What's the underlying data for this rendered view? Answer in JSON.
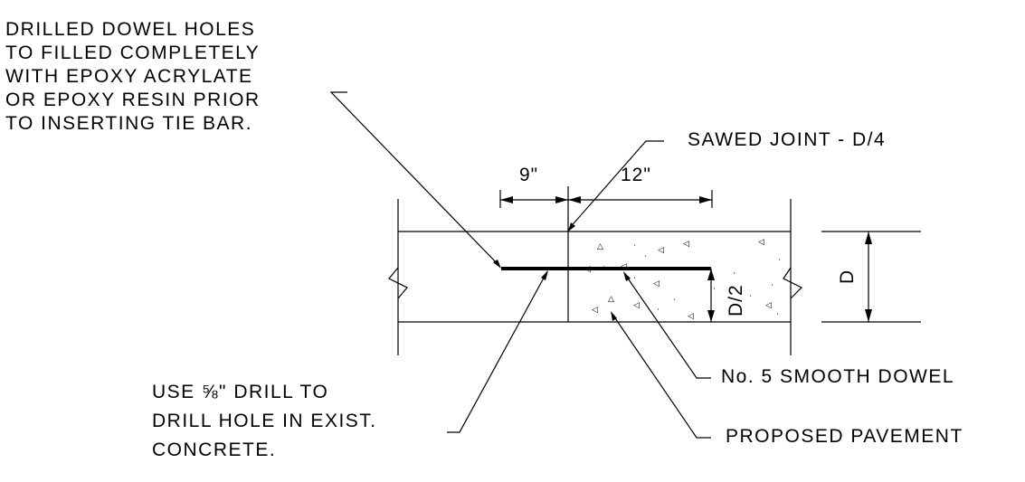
{
  "notes": {
    "epoxy": [
      "DRILLED DOWEL HOLES",
      "TO FILLED COMPLETELY",
      "WITH EPOXY ACRYLATE",
      "OR EPOXY RESIN PRIOR",
      "TO INSERTING TIE BAR."
    ],
    "sawed_joint": "SAWED JOINT - D/4",
    "drill": {
      "line1": "USE ⅝\" DRILL TO",
      "line2": "DRILL HOLE IN EXIST.",
      "line3": "CONCRETE."
    },
    "dowel": "No. 5 SMOOTH DOWEL",
    "pavement": "PROPOSED PAVEMENT"
  },
  "dimensions": {
    "left_width": "9\"",
    "right_width": "12\"",
    "half_depth": "D/2",
    "depth": "D"
  }
}
